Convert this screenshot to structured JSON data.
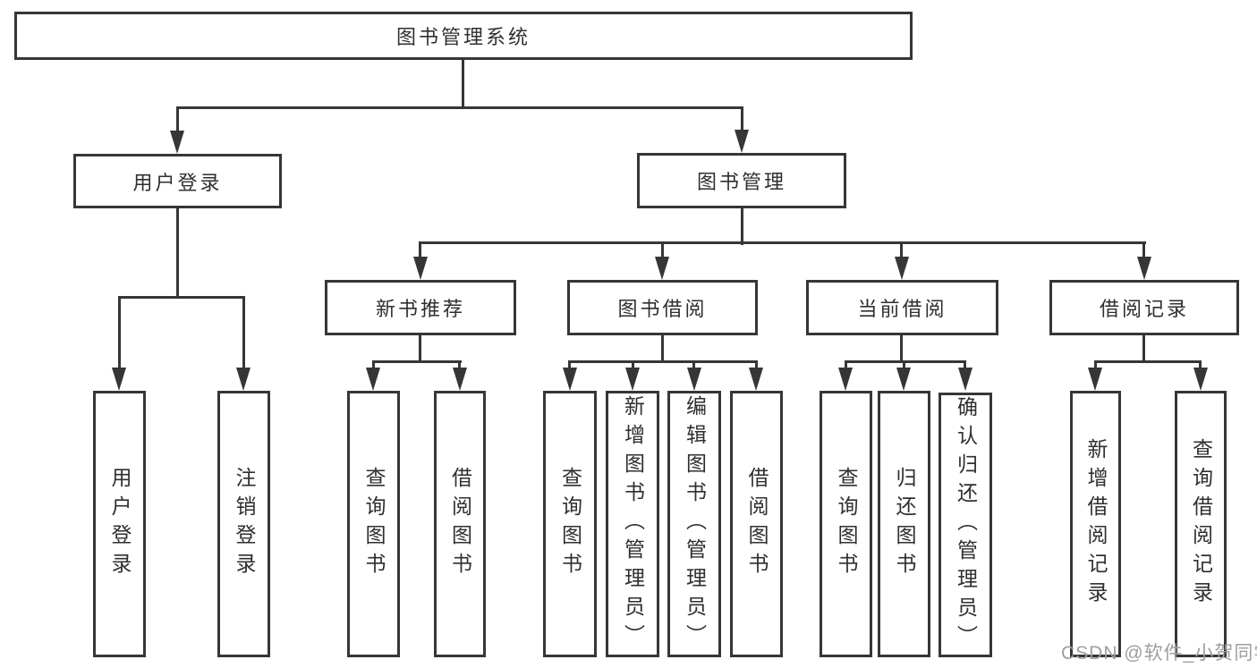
{
  "diagram_title": "图书管理系统",
  "watermark": "CSDN @软件_小贺同学",
  "colors": {
    "line": "#363636",
    "text": "#2f2f2f",
    "background": "#ffffff",
    "watermark": "#9e9e9e"
  },
  "nodes": {
    "root": {
      "label": "图书管理系统"
    },
    "level2": {
      "user_login": {
        "label": "用户登录"
      },
      "book_mgmt": {
        "label": "图书管理"
      }
    },
    "level3": {
      "new_book_rec": {
        "label": "新书推荐"
      },
      "book_borrow": {
        "label": "图书借阅"
      },
      "current_borrow": {
        "label": "当前借阅"
      },
      "borrow_records": {
        "label": "借阅记录"
      }
    },
    "leaves": {
      "login_user_login": {
        "label": "用户登录"
      },
      "login_logout": {
        "label": "注销登录"
      },
      "rec_query_books": {
        "label": "查询图书"
      },
      "rec_borrow_books": {
        "label": "借阅图书"
      },
      "borrow_query_books": {
        "label": "查询图书"
      },
      "borrow_add_books": {
        "label": "新增图书（管理员）"
      },
      "borrow_edit_books": {
        "label": "编辑图书（管理员）"
      },
      "borrow_borrow_books": {
        "label": "借阅图书"
      },
      "cur_query_books": {
        "label": "查询图书"
      },
      "cur_return_books": {
        "label": "归还图书"
      },
      "cur_confirm_return": {
        "label": "确认归还（管理员）"
      },
      "rec_add_record": {
        "label": "新增借阅记录"
      },
      "rec_query_record": {
        "label": "查询借阅记录"
      }
    }
  }
}
